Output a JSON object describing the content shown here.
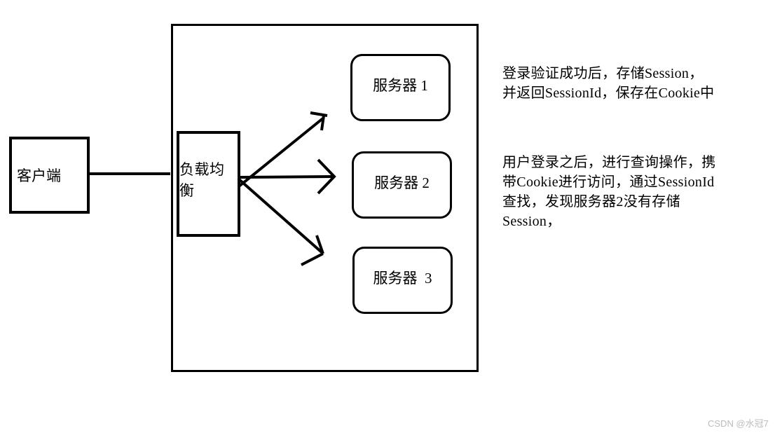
{
  "client": {
    "label": "客户端"
  },
  "load_balancer": {
    "label": "负载均衡"
  },
  "servers": [
    {
      "label": "服务器 1"
    },
    {
      "label": "服务器 2"
    },
    {
      "label": "服务器  3"
    }
  ],
  "annotations": {
    "block1": {
      "line1": "登录验证成功后，存储Session，",
      "line2": "并返回SessionId，保存在Cookie中"
    },
    "block2": {
      "line1": "用户登录之后，进行查询操作，携",
      "line2": "带Cookie进行访问，通过SessionId",
      "line3": "查找，发现服务器2没有存储",
      "line4": "Session，"
    }
  },
  "watermark": {
    "text": "CSDN @水冠7"
  },
  "colors": {
    "stroke": "#000000",
    "background": "#ffffff",
    "watermark": "#bcbcbc"
  }
}
